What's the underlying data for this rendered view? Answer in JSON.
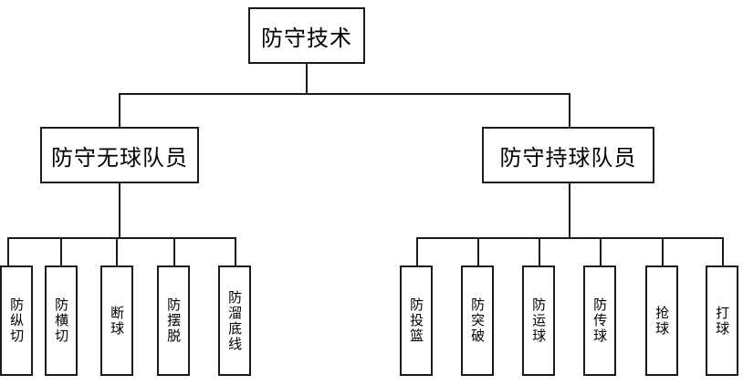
{
  "diagram": {
    "type": "org-chart",
    "title": "防守技术",
    "background": "#ffffff",
    "line_color": "#1a1a1a",
    "root": {
      "label": "防守技术"
    },
    "branches": [
      {
        "label": "防守无球队员",
        "leaves": [
          {
            "label": "防纵切"
          },
          {
            "label": "防横切"
          },
          {
            "label": "断球"
          },
          {
            "label": "防摆脱"
          },
          {
            "label": "防溜底线"
          }
        ]
      },
      {
        "label": "防守持球队员",
        "leaves": [
          {
            "label": "防投篮"
          },
          {
            "label": "防突破"
          },
          {
            "label": "防运球"
          },
          {
            "label": "防传球"
          },
          {
            "label": "抢球"
          },
          {
            "label": "打球"
          }
        ]
      }
    ]
  }
}
